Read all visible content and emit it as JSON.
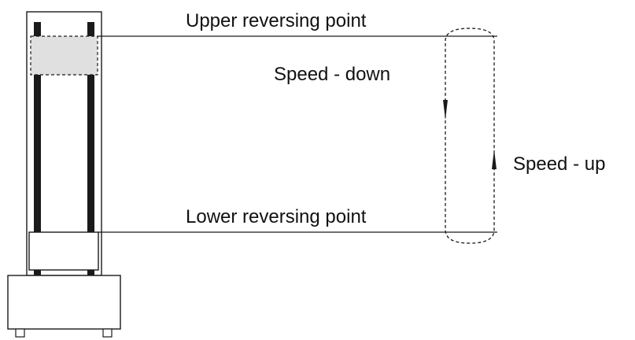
{
  "labels": {
    "upper_reversing_point": "Upper reversing point",
    "speed_down": "Speed - down",
    "speed_up": "Speed - up",
    "lower_reversing_point": "Lower reversing point"
  },
  "colors": {
    "stroke": "#1a1a1a",
    "upper_crosshead_fill": "#e0e0e0",
    "lower_crosshead_fill": "#ffffff"
  }
}
